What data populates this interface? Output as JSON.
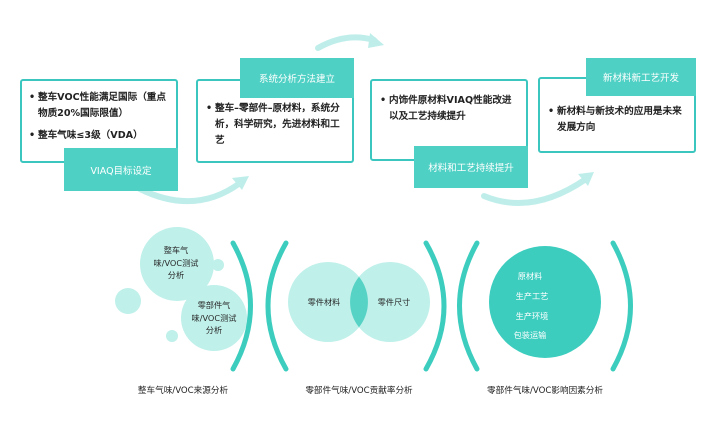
{
  "top_flow": [
    {
      "bullets": [
        "整车VOC性能满足国际（重点物质20%国际限值）",
        "整车气味≤3级（VDA）"
      ],
      "tag": "VIAQ目标设定"
    },
    {
      "bullets": [
        "整车–零部件–原材料，系统分析，科学研究，先进材料和工艺"
      ],
      "tag": "系统分析方法建立"
    },
    {
      "bullets": [
        "内饰件原材料VIAQ性能改进以及工艺持续提升"
      ],
      "tag": "材料和工艺持续提升"
    },
    {
      "bullets": [
        "新材料与新技术的应用是未来发展方向"
      ],
      "tag": "新材料新工艺开发"
    }
  ],
  "analysis": {
    "source": {
      "circle_1": "整车气味/VOC测试分析",
      "circle_2": "零部件气味/VOC测试分析",
      "caption": "整车气味/VOC来源分析"
    },
    "contribution": {
      "left_circle": "零件材料",
      "right_circle": "零件尺寸",
      "caption": "零部件气味/VOC贡献率分析"
    },
    "factors": {
      "items": [
        "原材料",
        "生产工艺",
        "生产环境",
        "包装运输"
      ],
      "caption": "零部件气味/VOC影响因素分析"
    }
  },
  "colors": {
    "accent": "#3cc6c0",
    "tag_fill": "#4fd0c4",
    "arrow": "#bfeeea",
    "circle_light": "#bff0ea",
    "circle_solid": "#3ccdbf",
    "overlap": "#56d3c5"
  }
}
